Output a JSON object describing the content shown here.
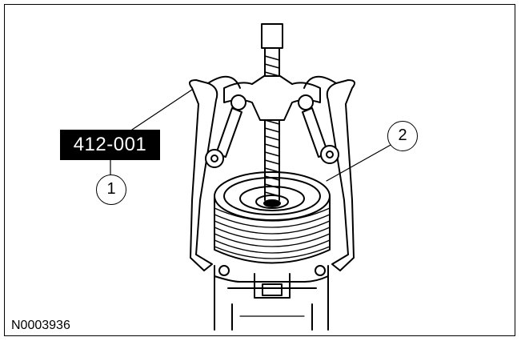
{
  "figure": {
    "tool_number": "412-001",
    "callouts": [
      {
        "label": "1",
        "refers_to": "412-001"
      },
      {
        "label": "2"
      }
    ],
    "reference_id": "N0003936",
    "depicted_parts": [
      "puller-forcing-screw-icon",
      "puller-jaw-icon",
      "pulley-icon",
      "compressor-body-icon"
    ]
  }
}
